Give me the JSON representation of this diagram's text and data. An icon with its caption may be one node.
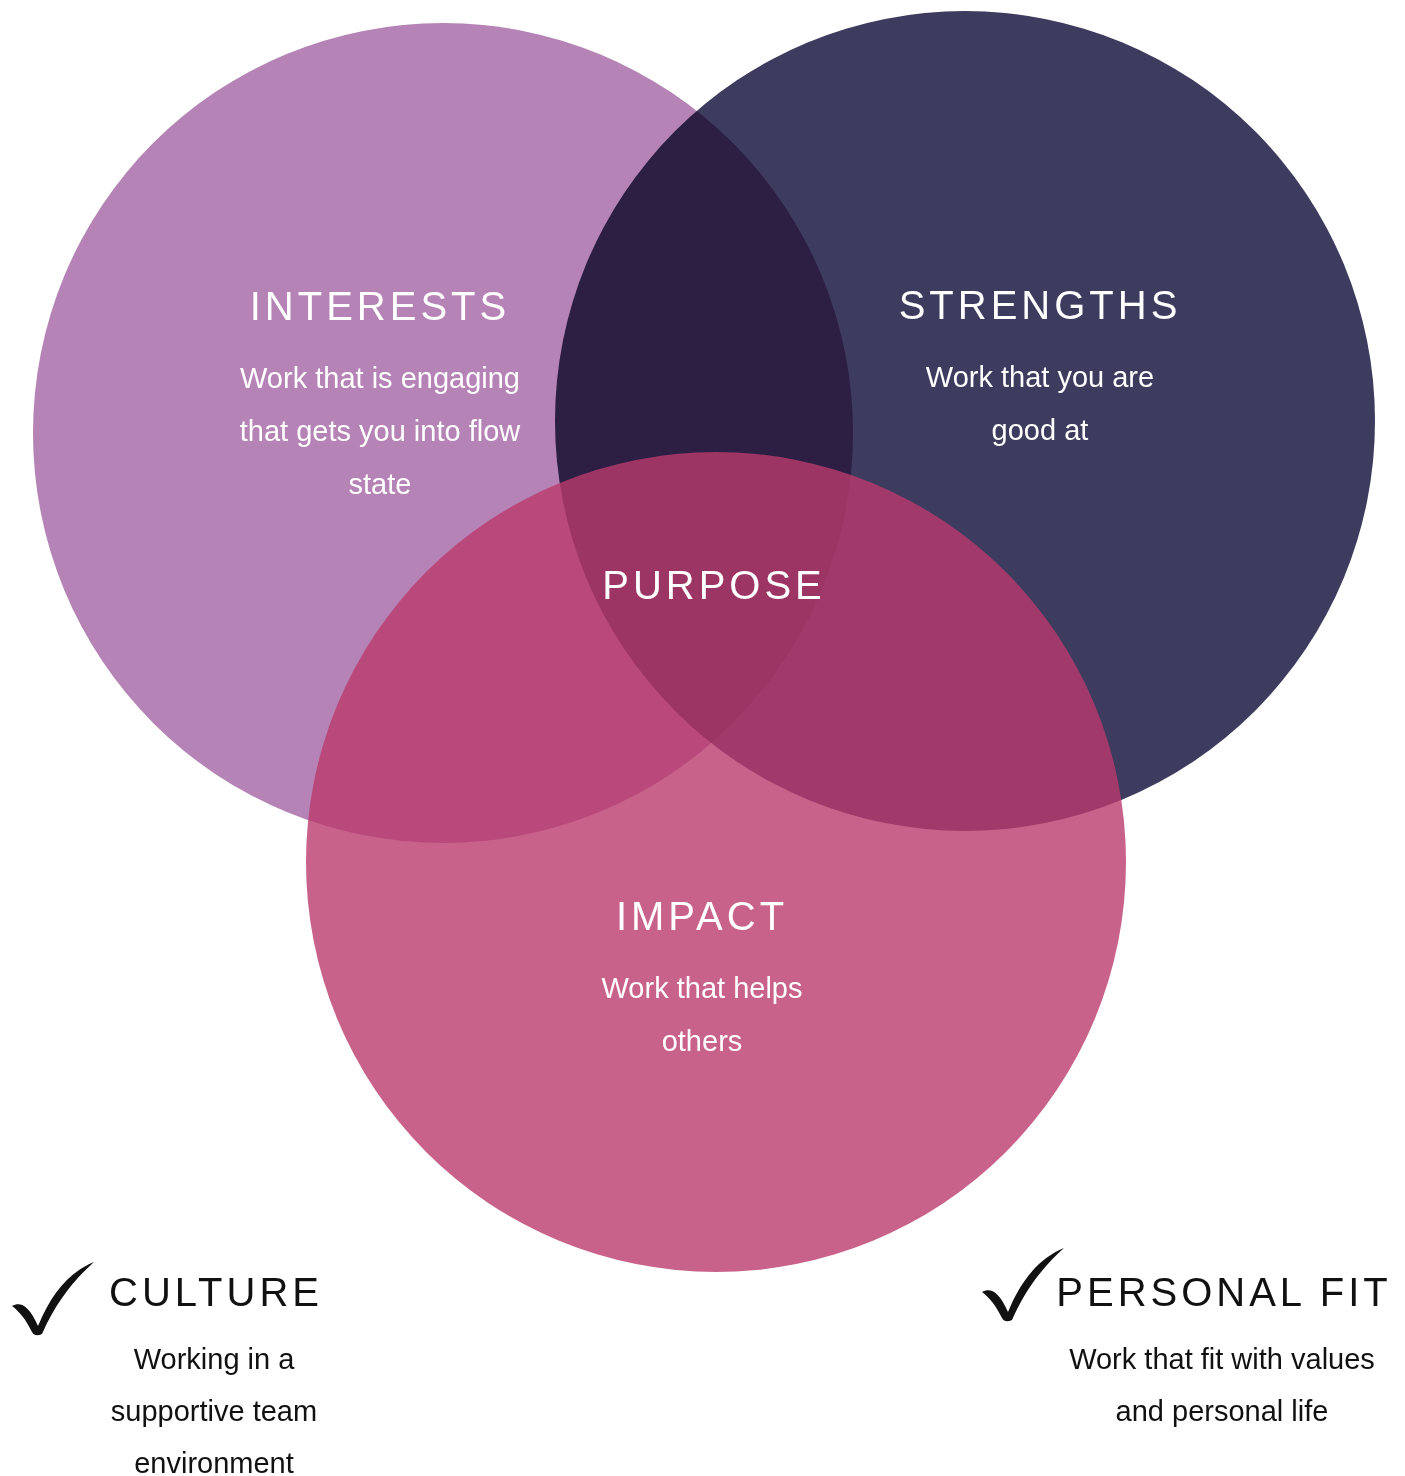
{
  "diagram": {
    "nodes": [
      {
        "text": [
          "INTERESTS",
          "Work that is engaging that gets you into flow state"
        ]
      },
      {
        "text": [
          "STRENGTHS",
          "Work that you are good at"
        ]
      },
      {
        "text": [
          "IMPACT",
          "Work that helps others"
        ]
      }
    ],
    "labels": [
      "PURPOSE",
      "CULTURE",
      "Working in a supportive team environment",
      "PERSONAL FIT",
      "Work that fit with values and personal life"
    ]
  }
}
